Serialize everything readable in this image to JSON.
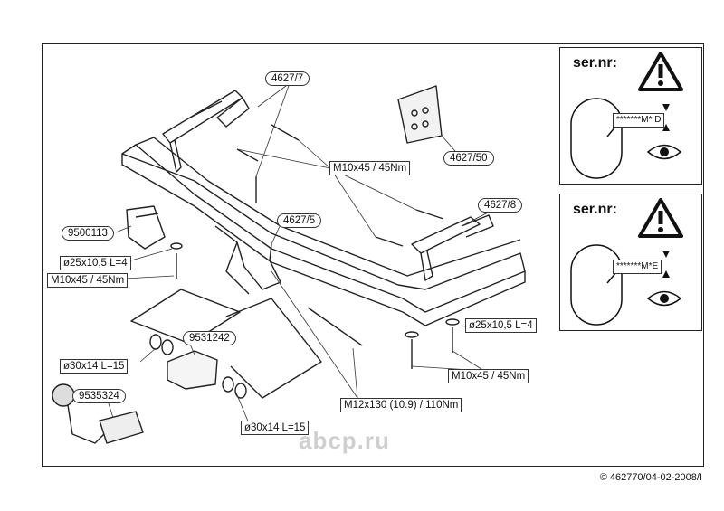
{
  "parts": {
    "p4627_7": "4627/7",
    "p4627_50": "4627/50",
    "p4627_8": "4627/8",
    "p4627_5": "4627/5",
    "p9500113": "9500113",
    "p9531242": "9531242",
    "p9535324": "9535324"
  },
  "specs": {
    "bolt_top": "M10x45 / 45Nm",
    "washer_left": "ø25x10,5 L=4",
    "bolt_left": "M10x45 / 45Nm",
    "washer_right": "ø25x10,5 L=4",
    "bolt_right": "M10x45 / 45Nm",
    "spacer_a": "ø30x14 L=15",
    "spacer_b": "ø30x14 L=15",
    "bolt_long": "M12x130 (10.9) / 110Nm"
  },
  "warning_panels": [
    {
      "title": "ser.nr:",
      "code": "*******M* D"
    },
    {
      "title": "ser.nr:",
      "code": "*******M*E"
    }
  ],
  "copyright": "© 462770/04-02-2008/I",
  "watermark": "abcp.ru",
  "icons": [
    "warning-triangle-icon",
    "eye-icon",
    "towbar-frame-drawing",
    "tow-ball-drawing"
  ]
}
